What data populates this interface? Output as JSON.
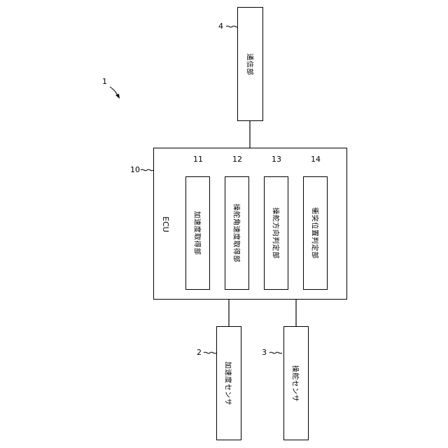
{
  "system_ref": "1",
  "ecu": {
    "ref": "10",
    "label": "ECU",
    "units": [
      {
        "ref": "11",
        "label": "加速度取得部"
      },
      {
        "ref": "12",
        "label": "操舵角速度取得部"
      },
      {
        "ref": "13",
        "label": "操舵方向判定部"
      },
      {
        "ref": "14",
        "label": "衝突位置判定部"
      }
    ]
  },
  "comm_unit": {
    "ref": "4",
    "label": "通信部"
  },
  "sensors": [
    {
      "ref": "2",
      "label": "加速度センサ"
    },
    {
      "ref": "3",
      "label": "操舵センサ"
    }
  ]
}
